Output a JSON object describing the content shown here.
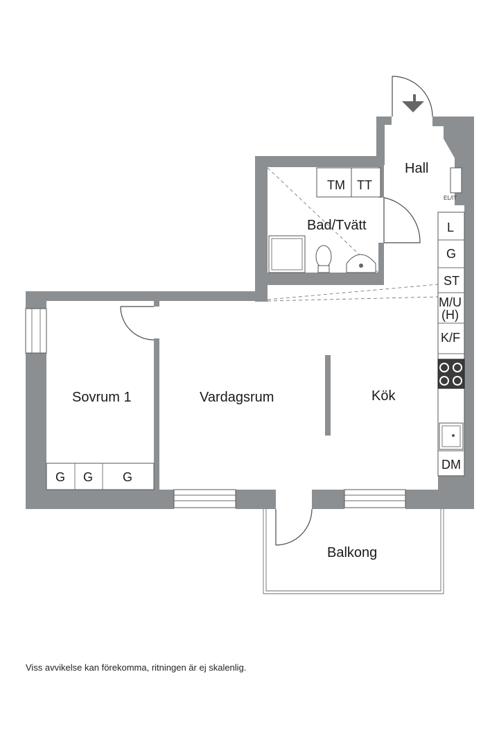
{
  "rooms": {
    "hall": "Hall",
    "bath": "Bad/Tvätt",
    "bedroom": "Sovrum 1",
    "living": "Vardagsrum",
    "kitchen": "Kök",
    "balcony": "Balkong"
  },
  "fixtures": {
    "tm": "TM",
    "tt": "TT",
    "el_it": "EL/IT",
    "wardrobe_1": "G",
    "wardrobe_2": "G",
    "wardrobe_3": "G"
  },
  "kitchen_units": {
    "l": "L",
    "g": "G",
    "st": "ST",
    "mu_1": "M/U",
    "mu_2": "(H)",
    "kf": "K/F",
    "dm": "DM"
  },
  "colors": {
    "wall": "#8c8f91",
    "background": "#ffffff"
  },
  "disclaimer": "Viss avvikelse kan förekomma, ritningen är ej skalenlig."
}
